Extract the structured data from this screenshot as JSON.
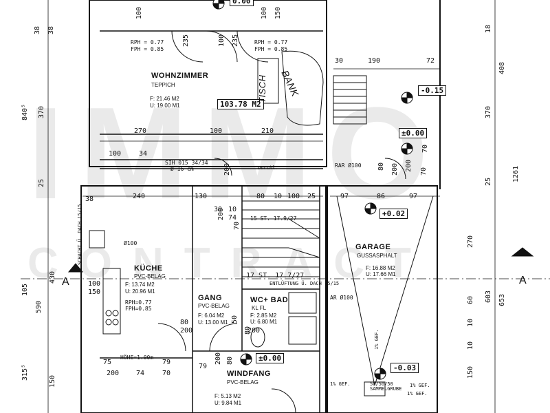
{
  "rooms": {
    "wohnzimmer": {
      "name": "WOHNZIMMER",
      "floor": "TEPPICH",
      "area": "F: 21.46 M2",
      "perimeter": "U: 19.00 M1",
      "volume": "103.78 M2"
    },
    "kueche": {
      "name": "KÜCHE",
      "floor": "PVC-BELAG",
      "area": "F: 13.74 M2",
      "perimeter": "U: 20.96 M1"
    },
    "gang": {
      "name": "GANG",
      "floor": "PVC-BELAG",
      "area": "F: 6.04 M2",
      "perimeter": "U: 13.00 M1"
    },
    "wc": {
      "name": "WC+ BAD",
      "floor": "KL FL",
      "area": "F: 2.85 M2",
      "perimeter": "U: 6.80 M1"
    },
    "windfang": {
      "name": "WINDFANG",
      "floor": "PVC-BELAG",
      "area": "F: 5.13 M2",
      "perimeter": "U: 9.84 M1"
    },
    "garage": {
      "name": "GARAGE",
      "floor": "GUSSASPHALT",
      "area": "F: 16.88 M2",
      "perimeter": "U: 17.66 M1"
    }
  },
  "levels": {
    "top": "0.00",
    "wohn": "-0.15",
    "terrace": "±0.00",
    "garage": "+0.02",
    "windfang": "±0.00",
    "garage_bottom": "-0.03"
  },
  "stairs": {
    "upper": "15 ST. 17.9/27",
    "lower": "17 ST. 17.7/27",
    "vent": "ENTLÜFTUNG Ü. DACH 15/15"
  },
  "parapet": {
    "left1": "RPH = 0.77",
    "left2": "FPH = 0.85",
    "right1": "RPH = 0.77",
    "right2": "FPH = 0.85",
    "k1": "RPH=0.77",
    "k2": "FPH=0.85"
  },
  "furniture": {
    "tisch": "TISCH",
    "bank": "BANK",
    "durchl": "Durchl."
  },
  "notes": {
    "sih": "SIH 015 34/34",
    "sih2": "Ø 16 cm",
    "rar1": "RAR Ø100",
    "rar2": "AR Ø100",
    "fan": "Ø100",
    "schacht": "SCHACHT Ü. DACH 15/15",
    "hoehe": "HÖHE=1.00m",
    "sammel": "50/50/50 SAMMELGRUBE",
    "gef1": "1% GEF.",
    "gef2": "1% GEF.",
    "gef3": "1% GEF.",
    "gef4": "1% GEF."
  },
  "section_marks": {
    "left": "A",
    "right": "A"
  },
  "watermark": {
    "line1": "IMMO",
    "line2": "CONTRACT"
  },
  "dims": {
    "top": [
      "30",
      "190",
      "72"
    ],
    "w270": "270",
    "w100": "100",
    "w210": "210",
    "w100b": "100",
    "w34": "34",
    "r240": "240",
    "r130": "130",
    "r80": "80",
    "r10": "10",
    "r100": "100",
    "r25": "25",
    "g97a": "97",
    "g86": "86",
    "g97b": "97",
    "g38": "38",
    "d100a": "100",
    "d235a": "235",
    "d100b": "100",
    "d235b": "235",
    "d100c": "100",
    "d150c": "150",
    "left": [
      "38",
      "38",
      "370",
      "840⁵",
      "25",
      "105",
      "430",
      "590",
      "315⁵",
      "150"
    ],
    "right": [
      "18",
      "408",
      "370",
      "25",
      "270",
      "603",
      "653",
      "1261",
      "60",
      "10",
      "10",
      "150"
    ],
    "misc": [
      "80",
      "200",
      "80",
      "200",
      "70",
      "200",
      "75",
      "200",
      "74",
      "79",
      "70",
      "74",
      "79",
      "200",
      "80",
      "200",
      "10",
      "200",
      "50",
      "70",
      "70",
      "30",
      "200",
      "80",
      "150",
      "100"
    ]
  }
}
